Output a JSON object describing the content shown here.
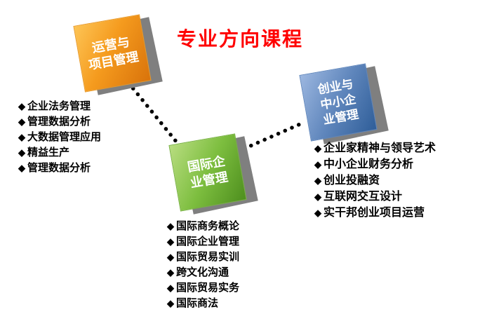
{
  "title": "专业方向课程",
  "bullet": "◆",
  "colors": {
    "title": "#FF0000",
    "shadow": "#7F7F7F",
    "connector": "#000000",
    "node_orange": "#E98B0D",
    "node_green": "#6FB133",
    "node_blue": "#3F6EA5"
  },
  "nodes": [
    {
      "name": "operations-project-management",
      "lines": [
        "运营与",
        "项目管理"
      ]
    },
    {
      "name": "international-business-management",
      "lines": [
        "国际企",
        "业管理"
      ]
    },
    {
      "name": "entrepreneurship-sme-management",
      "lines": [
        "创业与",
        "中小企",
        "业管理"
      ]
    }
  ],
  "lists": {
    "operations": {
      "items": [
        "企业法务管理",
        "管理数据分析",
        "大数据管理应用",
        "精益生产",
        "管理数据分析"
      ]
    },
    "international": {
      "items": [
        "国际商务概论",
        "国际企业管理",
        "国际贸易实训",
        "跨文化沟通",
        "国际贸易实务",
        "国际商法"
      ]
    },
    "entrepreneurship": {
      "items": [
        "企业家精神与领导艺术",
        "中小企业财务分析",
        "创业投融资",
        "互联网交互设计",
        "实干邦创业项目运营"
      ]
    }
  }
}
